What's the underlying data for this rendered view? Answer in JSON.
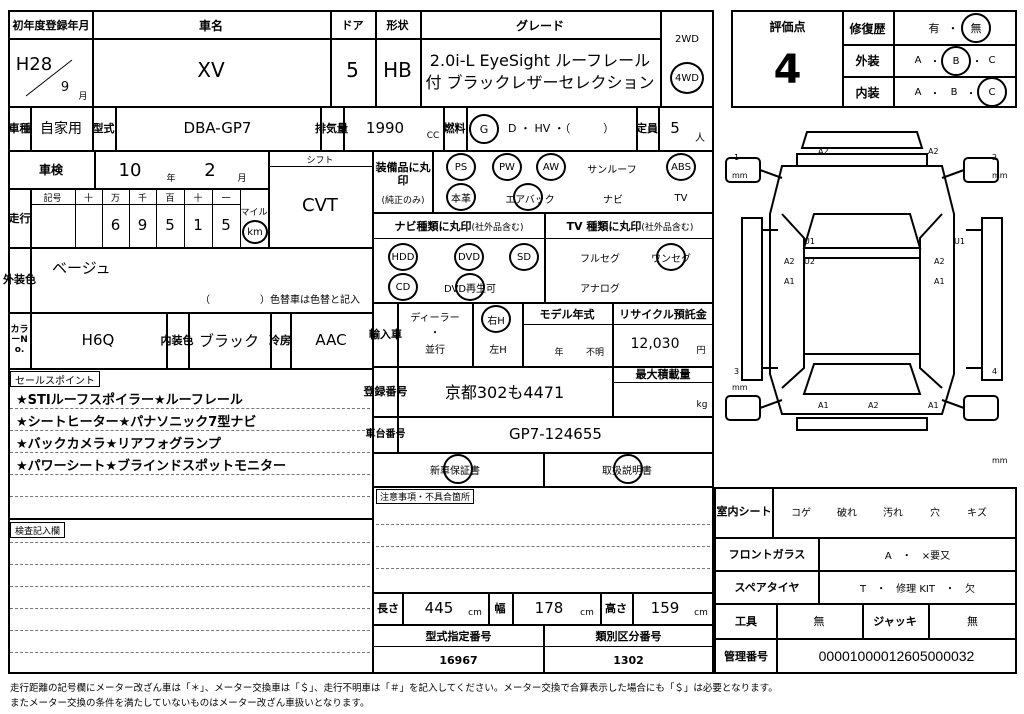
{
  "header": {
    "reg_year_label": "初年度登録年月",
    "reg_era": "H28",
    "reg_month": "9",
    "reg_month_unit": "月",
    "name_label": "車名",
    "name": "XV",
    "door_label": "ドア",
    "doors": "5",
    "shape_label": "形状",
    "shape": "HB",
    "grade_label": "グレード",
    "grade_line1": "2.0i-L EyeSight ルーフレール",
    "grade_line2": "付 ブラックレザーセレクション",
    "drive_2wd": "2WD",
    "drive_4wd": "4WD"
  },
  "evaluation": {
    "score_label": "評価点",
    "score": "4",
    "repair_label": "修復歴",
    "repair_yes": "有",
    "repair_dot": "・",
    "repair_no": "無",
    "exterior_label": "外装",
    "interior_label": "内装",
    "grade_a": "A",
    "grade_b": "B",
    "grade_c": "C",
    "dot": "・"
  },
  "row2": {
    "usage_label": "車種",
    "usage": "自家用",
    "model_label": "型式",
    "model": "DBA-GP7",
    "disp_label": "排気量",
    "displacement": "1990",
    "cc": "CC",
    "fuel_label": "燃料",
    "fuel_g": "G",
    "fuel_other": "D ・ HV ・（　　　）",
    "cap_label": "定員",
    "capacity": "5",
    "cap_unit": "人"
  },
  "inspection": {
    "label": "車検",
    "year": "10",
    "year_unit": "年",
    "month": "2",
    "month_unit": "月",
    "shift_label": "シフト",
    "shift": "CVT"
  },
  "mileage": {
    "label": "走行",
    "sign_label": "記号",
    "col_labels": [
      "十",
      "万",
      "千",
      "百",
      "十",
      "一"
    ],
    "digits": [
      "",
      "6",
      "9",
      "5",
      "1",
      "5"
    ],
    "mile_label": "マイル",
    "km_label": "km"
  },
  "exterior_color": {
    "label": "外装色",
    "value": "ベージュ",
    "note": "（　　　　　）色替車は色替と記入"
  },
  "color_row": {
    "colorno_label": "カラーNo.",
    "color_no": "H6Q",
    "interior_label": "内装色",
    "interior": "ブラック",
    "ac_label": "冷房",
    "ac": "AAC"
  },
  "sales": {
    "label": "セールスポイント",
    "lines": [
      "★STIルーフスポイラー★ルーフレール",
      "★シートヒーター★パナソニック7型ナビ",
      "★バックカメラ★リアフォグランプ",
      "★パワーシート★ブラインドスポットモニター"
    ]
  },
  "inspection_notes_label": "検査記入欄",
  "equipment": {
    "label": "装備品に丸印",
    "sub": "(純正のみ)",
    "items": [
      "PS",
      "PW",
      "AW",
      "サンルーフ",
      "ABS",
      "本革",
      "エアバック",
      "ナビ",
      "TV"
    ]
  },
  "nav": {
    "label": "ナビ種類に丸印",
    "sub": "(社外品含む)",
    "items": [
      "HDD",
      "DVD",
      "SD",
      "CD",
      "DVD再生可"
    ]
  },
  "tv": {
    "label": "TV 種類に丸印",
    "sub": "(社外品含む)",
    "items": [
      "フルセグ",
      "ワンセグ",
      "アナログ"
    ]
  },
  "import": {
    "label": "輸入車",
    "dealer": "ディーラー",
    "dot": "・",
    "parallel": "並行",
    "right": "右H",
    "left": "左H",
    "model_year_label": "モデル年式",
    "year_unit": "年",
    "unknown": "不明",
    "recycle_label": "リサイクル預託金",
    "recycle": "12,030",
    "recycle_unit": "円"
  },
  "registration": {
    "label": "登録番号",
    "value": "京都302も4471",
    "max_load_label": "最大積載量",
    "kg": "kg",
    "chassis_label": "車台番号",
    "chassis": "GP7-124655",
    "warranty": "新車保証書",
    "manual": "取扱説明書"
  },
  "notes_label": "注意事項・不具合箇所",
  "dims": {
    "length_label": "長さ",
    "length": "445",
    "width_label": "幅",
    "width": "178",
    "height_label": "高さ",
    "height": "159",
    "unit": "cm",
    "type_label": "型式指定番号",
    "type_no": "16967",
    "class_label": "類別区分番号",
    "class_no": "1302"
  },
  "interior": {
    "seat_label": "室内シート",
    "seat_items": [
      "コゲ",
      "破れ",
      "汚れ",
      "穴",
      "キズ"
    ],
    "glass_label": "フロントガラス",
    "glass_value": "A　・　×要又",
    "spare_label": "スペアタイヤ",
    "spare_value": "T　・　修理 KIT　・　欠",
    "tools_label": "工具",
    "tools_value": "無",
    "jack_label": "ジャッキ",
    "jack_value": "無",
    "mgmt_label": "管理番号",
    "mgmt_no": "00001000012605000032"
  },
  "diagram": {
    "marks": [
      "A2",
      "A2",
      "U1",
      "U1",
      "A2",
      "U2",
      "A2",
      "A1",
      "A1",
      "A1",
      "A2",
      "A1"
    ],
    "corner_labels": [
      "1",
      "2",
      "3",
      "4"
    ],
    "mm": "mm"
  },
  "footer": {
    "line1": "走行距離の記号欄にメーター改ざん車は「＊」、メーター交換車は「＄」、走行不明車は「＃」を記入してください。メーター交換で合算表示した場合にも「＄」は必要となります。",
    "line2": "またメーター交換の条件を満たしていないものはメーター改ざん車扱いとなります。"
  }
}
